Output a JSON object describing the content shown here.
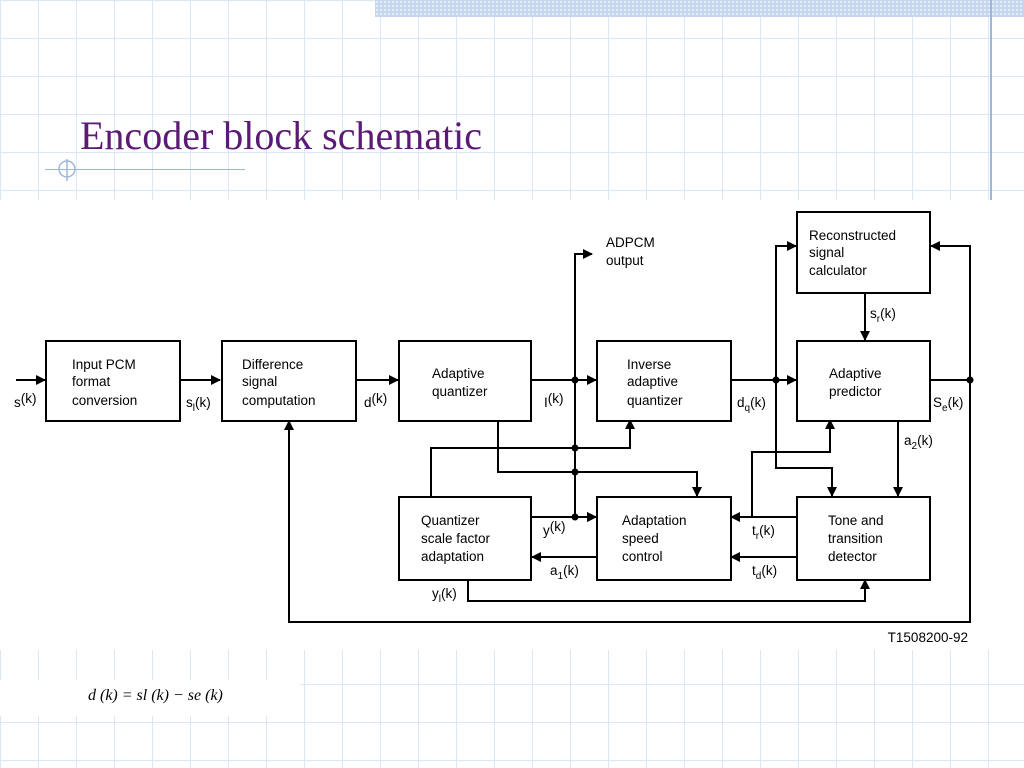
{
  "slide": {
    "title": "Encoder block schematic",
    "formula": "d (k) = sl (k) − se (k)",
    "accent_color": "#5b1a73",
    "grid_color": "#dde6f4"
  },
  "diagram": {
    "blocks": {
      "input_pcm": [
        "Input PCM",
        "format",
        "conversion"
      ],
      "difference": [
        "Difference",
        "signal",
        "computation"
      ],
      "adaptive_quantizer": [
        "Adaptive",
        "quantizer"
      ],
      "inverse_quantizer": [
        "Inverse",
        "adaptive",
        "quantizer"
      ],
      "adaptive_predictor": [
        "Adaptive",
        "predictor"
      ],
      "reconstructed": [
        "Reconstructed",
        "signal",
        "calculator"
      ],
      "scale_factor": [
        "Quantizer",
        "scale factor",
        "adaptation"
      ],
      "speed_control": [
        "Adaptation",
        "speed",
        "control"
      ],
      "tone_detector": [
        "Tone and",
        "transition",
        "detector"
      ]
    },
    "output_label": [
      "ADPCM",
      "output"
    ],
    "signals": {
      "s": [
        "s",
        "",
        "(k)"
      ],
      "sl": [
        "s",
        "l",
        "(k)"
      ],
      "d": [
        "d",
        "",
        "(k)"
      ],
      "I": [
        "I",
        "",
        "(k)"
      ],
      "dq": [
        "d",
        "q",
        "(k)"
      ],
      "se": [
        "S",
        "e",
        "(k)"
      ],
      "sr": [
        "s",
        "r",
        "(k)"
      ],
      "a2": [
        "a",
        "2",
        "(k)"
      ],
      "y": [
        "y",
        "",
        "(k)"
      ],
      "a1": [
        "a",
        "1",
        "(k)"
      ],
      "tr": [
        "t",
        "r",
        "(k)"
      ],
      "td": [
        "t",
        "d",
        "(k)"
      ],
      "yl": [
        "y",
        "l",
        "(k)"
      ]
    },
    "figure_code": "T1508200-92"
  }
}
